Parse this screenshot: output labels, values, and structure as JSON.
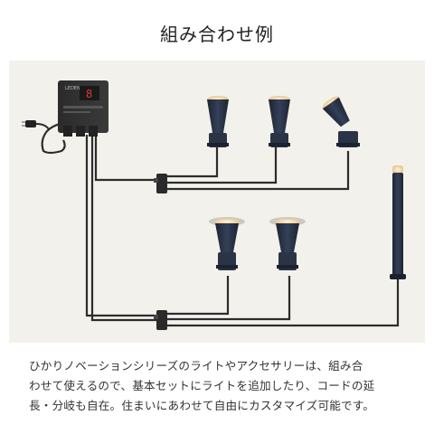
{
  "title": "組み合わせ例",
  "caption_lines": [
    "ひかりノベーションシリーズのライトやアクセサリーは、組み合",
    "わせて使えるので、基本セットにライトを追加したり、コードの延",
    "長・分岐も自在。住まいにあわせて自由にカスタマイズ可能です。"
  ],
  "transformer": {
    "brand": "LEDEN",
    "display": "8",
    "power_cord_icon": "plug-icon"
  },
  "lights": [
    {
      "type": "pole-spotlight"
    },
    {
      "type": "pole-spotlight"
    },
    {
      "type": "angled-spotlight"
    },
    {
      "type": "flared-spotlight"
    },
    {
      "type": "flared-spotlight"
    },
    {
      "type": "bollard-light"
    }
  ],
  "colors": {
    "panel": "#f3f1eb",
    "fixture": "#27303f",
    "cable": "#2c2c2c",
    "glow": "#f6d9a4"
  }
}
